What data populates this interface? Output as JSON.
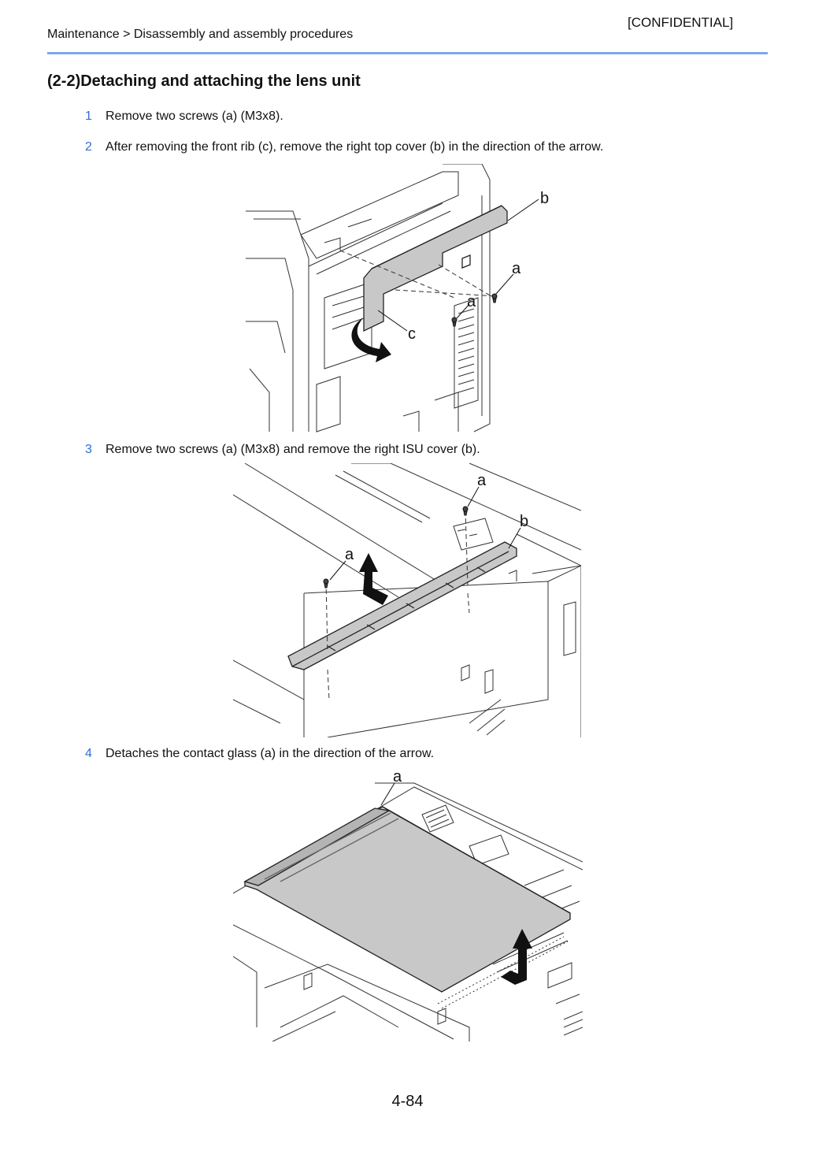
{
  "header": {
    "confidential": "[CONFIDENTIAL]",
    "breadcrumb": "Maintenance > Disassembly and assembly procedures"
  },
  "section": {
    "title": "(2-2)Detaching and attaching the lens unit"
  },
  "steps": [
    {
      "number": "1",
      "text": "Remove two screws (a) (M3x8)."
    },
    {
      "number": "2",
      "text": "After removing the front rib (c), remove the right top cover (b) in the direction of the arrow."
    },
    {
      "number": "3",
      "text": "Remove two screws (a) (M3x8) and remove the right ISU cover (b)."
    },
    {
      "number": "4",
      "text": "Detaches the contact glass (a) in the direction of the arrow."
    }
  ],
  "figures": {
    "fig1": {
      "labels": {
        "b": "b",
        "a1": "a",
        "a2": "a",
        "c": "c"
      }
    },
    "fig2": {
      "labels": {
        "a1": "a",
        "b": "b",
        "a2": "a"
      }
    },
    "fig3": {
      "labels": {
        "a": "a"
      }
    }
  },
  "footer": {
    "page_number": "4-84"
  },
  "colors": {
    "header_rule": "#7fa7ea",
    "step_number": "#2f6fd6",
    "part_fill": "#c8c8c8"
  }
}
